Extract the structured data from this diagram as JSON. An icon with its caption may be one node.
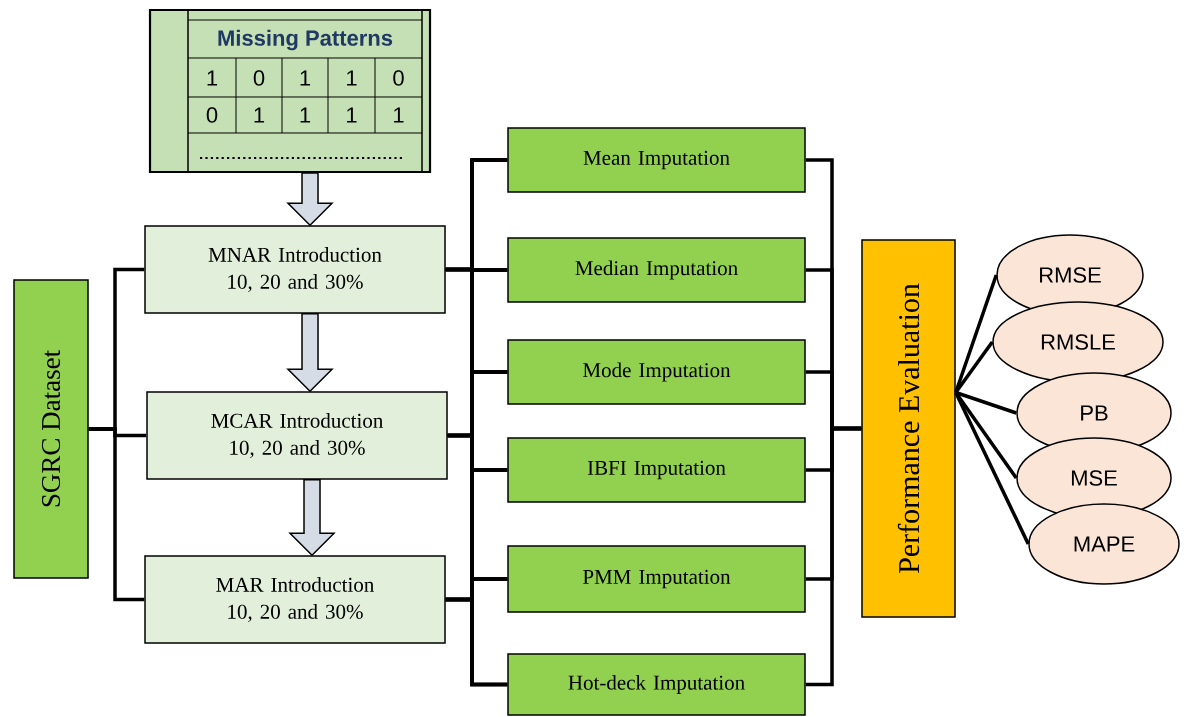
{
  "diagram": {
    "nodes": [
      {
        "text": [
          "Missing Patterns",
          "1",
          "0",
          "1",
          "1",
          "0",
          "0",
          "1",
          "1",
          "1",
          "1"
        ]
      },
      {
        "text": [
          "SGRC Dataset"
        ]
      },
      {
        "text": [
          "MNAR Introduction 10, 20 and 30%"
        ]
      },
      {
        "text": [
          "MCAR Introduction 10, 20 and 30%"
        ]
      },
      {
        "text": [
          "MAR Introduction 10, 20 and 30%"
        ]
      },
      {
        "text": [
          "Mean Imputation"
        ]
      },
      {
        "text": [
          "Median Imputation"
        ]
      },
      {
        "text": [
          "Mode Imputation"
        ]
      },
      {
        "text": [
          "IBFI Imputation"
        ]
      },
      {
        "text": [
          "PMM Imputation"
        ]
      },
      {
        "text": [
          "Hot-deck Imputation"
        ]
      },
      {
        "text": [
          "Performance Evaluation"
        ]
      },
      {
        "text": [
          "RMSE"
        ]
      },
      {
        "text": [
          "RMSLE"
        ]
      },
      {
        "text": [
          "PB"
        ]
      },
      {
        "text": [
          "MSE"
        ]
      },
      {
        "text": [
          "MAPE"
        ]
      }
    ],
    "edges": [
      {
        "from": 0,
        "to": 2,
        "arrow": "to"
      },
      {
        "from": 2,
        "to": 3,
        "arrow": "to"
      },
      {
        "from": 3,
        "to": 4,
        "arrow": "to"
      },
      {
        "from": 1,
        "to": 2,
        "arrow": "none"
      },
      {
        "from": 1,
        "to": 3,
        "arrow": "none"
      },
      {
        "from": 1,
        "to": 4,
        "arrow": "none"
      },
      {
        "from": 2,
        "to": 5,
        "arrow": "none"
      },
      {
        "from": 2,
        "to": 6,
        "arrow": "none"
      },
      {
        "from": 2,
        "to": 7,
        "arrow": "none"
      },
      {
        "from": 2,
        "to": 8,
        "arrow": "none"
      },
      {
        "from": 2,
        "to": 9,
        "arrow": "none"
      },
      {
        "from": 2,
        "to": 10,
        "arrow": "none"
      },
      {
        "from": 3,
        "to": 5,
        "arrow": "none"
      },
      {
        "from": 3,
        "to": 6,
        "arrow": "none"
      },
      {
        "from": 3,
        "to": 7,
        "arrow": "none"
      },
      {
        "from": 3,
        "to": 8,
        "arrow": "none"
      },
      {
        "from": 3,
        "to": 9,
        "arrow": "none"
      },
      {
        "from": 3,
        "to": 10,
        "arrow": "none"
      },
      {
        "from": 4,
        "to": 5,
        "arrow": "none"
      },
      {
        "from": 4,
        "to": 6,
        "arrow": "none"
      },
      {
        "from": 4,
        "to": 7,
        "arrow": "none"
      },
      {
        "from": 4,
        "to": 8,
        "arrow": "none"
      },
      {
        "from": 4,
        "to": 9,
        "arrow": "none"
      },
      {
        "from": 4,
        "to": 10,
        "arrow": "none"
      },
      {
        "from": 5,
        "to": 11,
        "arrow": "none"
      },
      {
        "from": 6,
        "to": 11,
        "arrow": "none"
      },
      {
        "from": 7,
        "to": 11,
        "arrow": "none"
      },
      {
        "from": 8,
        "to": 11,
        "arrow": "none"
      },
      {
        "from": 9,
        "to": 11,
        "arrow": "none"
      },
      {
        "from": 10,
        "to": 11,
        "arrow": "none"
      },
      {
        "from": 11,
        "to": 12,
        "arrow": "none"
      },
      {
        "from": 11,
        "to": 13,
        "arrow": "none"
      },
      {
        "from": 11,
        "to": 14,
        "arrow": "none"
      },
      {
        "from": 11,
        "to": 15,
        "arrow": "none"
      },
      {
        "from": 11,
        "to": 16,
        "arrow": "none"
      }
    ]
  }
}
